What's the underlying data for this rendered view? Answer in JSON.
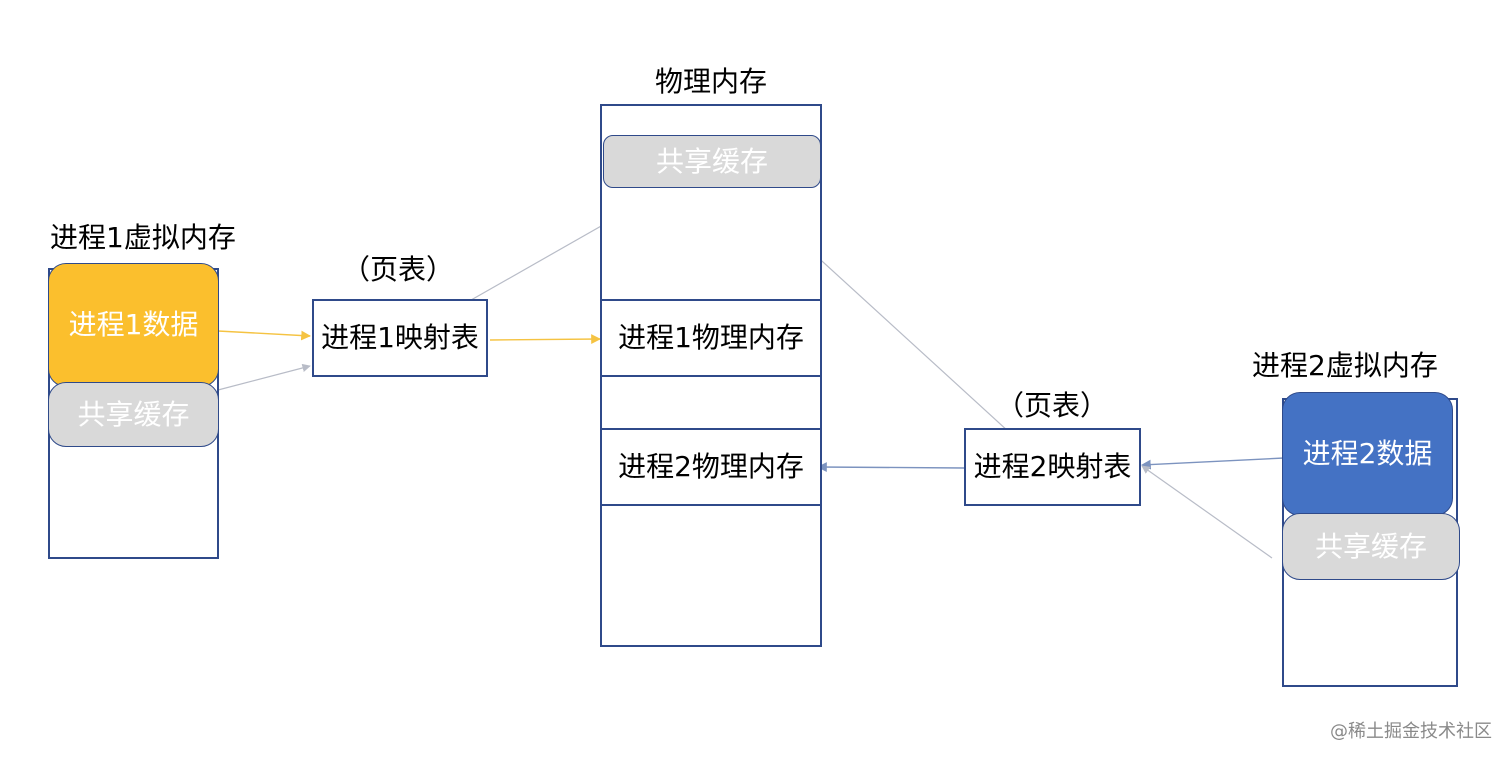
{
  "physical_memory": {
    "title": "物理内存",
    "shared_cache": "共享缓存",
    "process1_region": "进程1物理内存",
    "process2_region": "进程2物理内存"
  },
  "process1": {
    "title": "进程1虚拟内存",
    "data": "进程1数据",
    "shared_cache": "共享缓存",
    "page_table_label": "（页表）",
    "mapping_table": "进程1映射表"
  },
  "process2": {
    "title": "进程2虚拟内存",
    "data": "进程2数据",
    "shared_cache": "共享缓存",
    "page_table_label": "（页表）",
    "mapping_table": "进程2映射表"
  },
  "watermark": "@稀土掘金技术社区",
  "colors": {
    "process1_data": "#fbbf2d",
    "process2_data": "#4472c4",
    "shared_cache": "#d9d9d9",
    "box_border": "#2f4a8a",
    "arrow_yellow": "#f5c342",
    "arrow_gray": "#b8bcc7",
    "arrow_blue": "#7c93bf"
  }
}
